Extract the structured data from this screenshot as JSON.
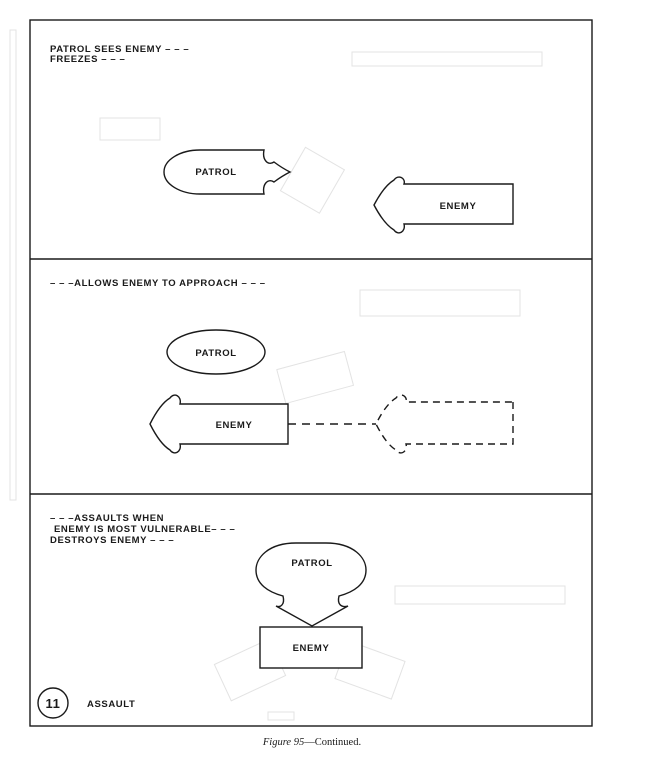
{
  "panels": [
    {
      "id": "freeze",
      "lines": [
        "PATROL SEES ENEMY – – –",
        "FREEZES – – –"
      ],
      "shapes": {
        "patrol": "PATROL",
        "enemy": "ENEMY"
      }
    },
    {
      "id": "approach",
      "lines": [
        "– – –ALLOWS ENEMY TO APPROACH – – –"
      ],
      "shapes": {
        "patrol": "PATROL",
        "enemy": "ENEMY"
      }
    },
    {
      "id": "assault",
      "lines": [
        "– – –ASSAULTS WHEN",
        "ENEMY IS MOST VULNERABLE– – –",
        "DESTROYS ENEMY – – –"
      ],
      "shapes": {
        "patrol": "PATROL",
        "enemy": "ENEMY"
      }
    }
  ],
  "step": {
    "number": "11",
    "title": "ASSAULT"
  },
  "caption": {
    "figure": "Figure 95",
    "suffix": "—Continued."
  }
}
